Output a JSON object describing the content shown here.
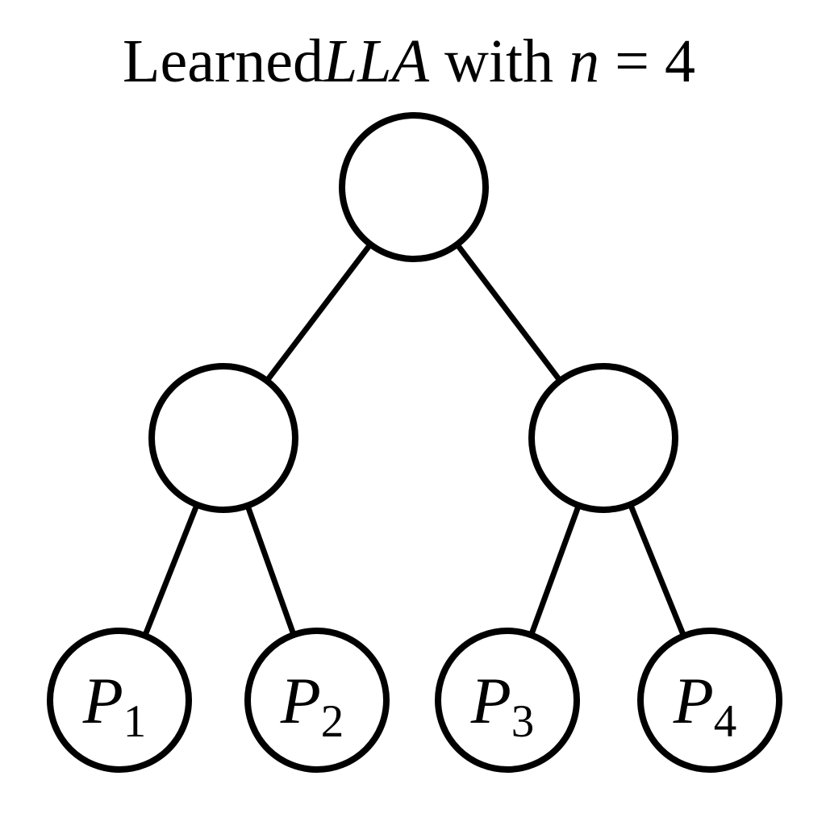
{
  "title": {
    "full": "LearnedLLA with n = 4",
    "parts": [
      {
        "text": "Learned",
        "style": "upright"
      },
      {
        "text": "LLA",
        "style": "italic"
      },
      {
        "text": " with ",
        "style": "upright"
      },
      {
        "text": "n",
        "style": "italic"
      },
      {
        "text": " = 4",
        "style": "upright"
      }
    ]
  },
  "colors": {
    "ink": "#000000",
    "background": "#ffffff",
    "node_fill": "#ffffff"
  },
  "tree": {
    "type": "binary-tree",
    "levels": 3,
    "root": {
      "label": ""
    },
    "internal_nodes": [
      {
        "label": ""
      },
      {
        "label": ""
      }
    ],
    "leaves": [
      {
        "base": "P",
        "sub": "1"
      },
      {
        "base": "P",
        "sub": "2"
      },
      {
        "base": "P",
        "sub": "3"
      },
      {
        "base": "P",
        "sub": "4"
      }
    ]
  }
}
